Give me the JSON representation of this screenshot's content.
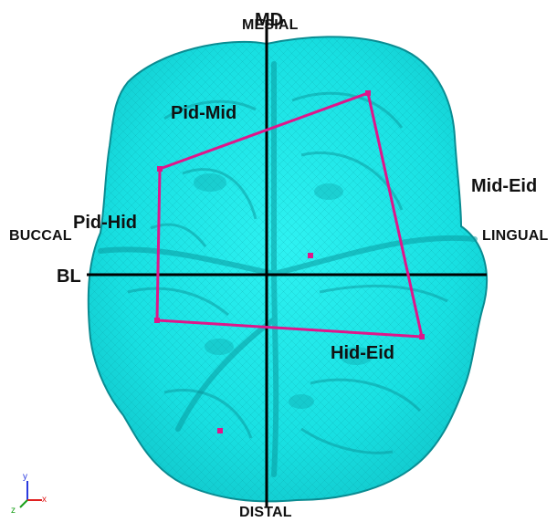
{
  "directions": {
    "mesial": "MESIAL",
    "distal": "DISTAL",
    "buccal": "BUCCAL",
    "lingual": "LINGUAL"
  },
  "axes": {
    "md": "MD",
    "bl": "BL"
  },
  "landmarks": {
    "pid_mid": "Pid-Mid",
    "mid_eid": "Mid-Eid",
    "pid_hid": "Pid-Hid",
    "hid_eid": "Hid-Eid"
  },
  "triad": {
    "x": "x",
    "y": "y",
    "z": "z"
  },
  "colors": {
    "tooth": "#16e6e6",
    "tooth_shade": "#0fb3b8",
    "tooth_edge": "#0b8f95",
    "polygon": "#e0158a",
    "axis": "#000000",
    "triad_x": "#e02020",
    "triad_y": "#2a3adf",
    "triad_z": "#1aa01a"
  }
}
